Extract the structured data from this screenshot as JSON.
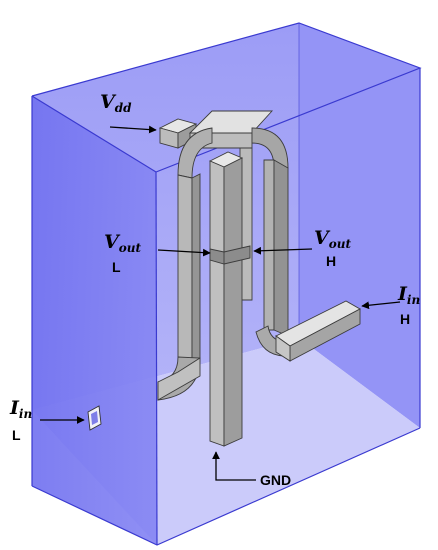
{
  "labels": {
    "vdd": {
      "main": "V",
      "sub": "dd",
      "side": ""
    },
    "vout_l": {
      "main": "V",
      "sub": "out",
      "side": "L"
    },
    "vout_h": {
      "main": "V",
      "sub": "out",
      "side": "H"
    },
    "iin_h": {
      "main": "I",
      "sub": "in",
      "side": "H"
    },
    "iin_l": {
      "main": "I",
      "sub": "in",
      "side": "L"
    },
    "gnd": {
      "main": "",
      "sub": "",
      "side": "GND"
    }
  },
  "colors": {
    "box_face_left": "#7b7bf2",
    "box_face_back": "#a3a3f7",
    "box_face_right": "#9090f5",
    "box_floor": "#c9c9f9",
    "box_edge": "#3a3ad0",
    "metal_front": "#bdbdbd",
    "metal_side": "#9a9a9a",
    "metal_top": "#e4e4e4"
  }
}
